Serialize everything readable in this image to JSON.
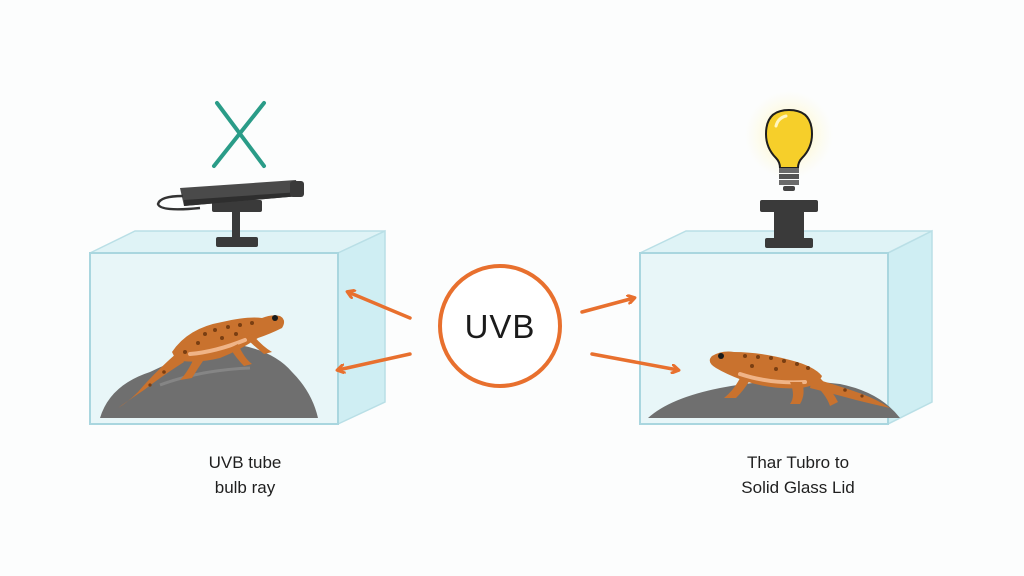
{
  "center_label": "UVB",
  "left_caption": {
    "line1": "UVB tube",
    "line2": "bulb ray"
  },
  "right_caption": {
    "line1": "Thar Tubro to",
    "line2": "Solid Glass Lid"
  },
  "icons": {
    "left_top": "x-mark-icon",
    "left_fixture": "uvb-tube-lamp-icon",
    "right_top": "light-bulb-icon",
    "right_fixture": "lamp-base-icon"
  },
  "colors": {
    "arrow": "#e8702e",
    "x_mark": "#2a9c88",
    "bulb": "#f6cf2a",
    "glass": "#e8f6f8",
    "lizard": "#c9722e",
    "rock": "#6f6f6f"
  }
}
